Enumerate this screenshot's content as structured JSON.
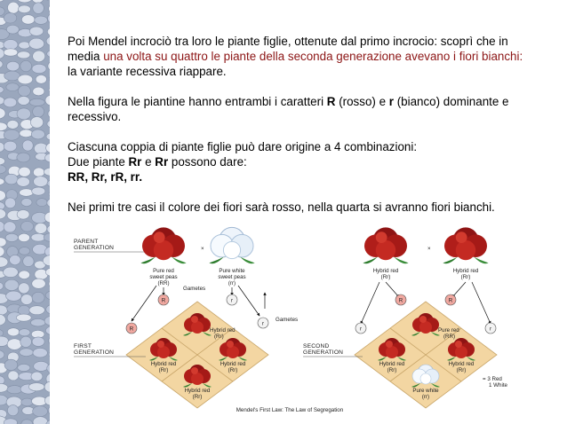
{
  "colors": {
    "accent_red": "#8c1515",
    "diamond_fill": "#f3d6a2",
    "gamete_fill": "#f0a8a0"
  },
  "paragraphs": {
    "p1_a": "Poi Mendel incrociò tra loro le piante figlie, ottenute dal primo incrocio: scoprì che in media ",
    "p1_red": "una volta su quattro le piante della seconda generazione avevano i fiori bianchi:",
    "p1_b": " la variante recessiva riappare.",
    "p2_a": "Nella figura le piantine hanno entrambi i caratteri ",
    "p2_R": "R",
    "p2_b": " (rosso) e ",
    "p2_r": "r",
    "p2_c": " (bianco) dominante e recessivo.",
    "p3_a": "Ciascuna coppia di piante figlie può dare origine a 4 combinazioni:",
    "p3_b": "Due piante ",
    "p3_Rr1": "Rr",
    "p3_e": " e ",
    "p3_Rr2": "Rr",
    "p3_c": "  possono dare:",
    "p3_combos": "RR, Rr, rR, rr.",
    "p4": "Nei primi tre casi il colore dei fiori sarà rosso, nella quarta si avranno fiori bianchi."
  },
  "figure": {
    "parent_gen": [
      "PARENT",
      "GENERATION"
    ],
    "first_gen": [
      "FIRST",
      "GENERATION"
    ],
    "second_gen": [
      "SECOND",
      "GENERATION"
    ],
    "cross": "×",
    "pure_red": [
      "Pure red",
      "sweet peas",
      "(RR)"
    ],
    "pure_white": [
      "Pure white",
      "sweet peas",
      "(rr)"
    ],
    "hybrid_red_left": [
      "Hybrid red",
      "(Rr)"
    ],
    "hybrid_red_right": [
      "Hybrid red",
      "(Rr)"
    ],
    "gametes_top": "Gametes",
    "gametes_mid": "Gametes",
    "g_R": "R",
    "g_r": "r",
    "cells_left": {
      "c1": [
        "Hybrid red",
        "(Rr)"
      ],
      "c2": [
        "Hybrid red",
        "(Rr)"
      ],
      "c3": [
        "Hybrid red",
        "(Rr)"
      ],
      "c4": [
        "Hybrid red",
        "(Rr)"
      ]
    },
    "cells_right": {
      "c1": [
        "Pure red",
        "(RR)"
      ],
      "c2": [
        "Hybrid red",
        "(Rr)"
      ],
      "c3": [
        "Hybrid red",
        "(Rr)"
      ],
      "c4": [
        "Pure white",
        "(rr)"
      ]
    },
    "ratio": [
      "= 3 Red",
      "1 White"
    ],
    "caption": "Mendel's First Law: The Law of Segregation"
  }
}
